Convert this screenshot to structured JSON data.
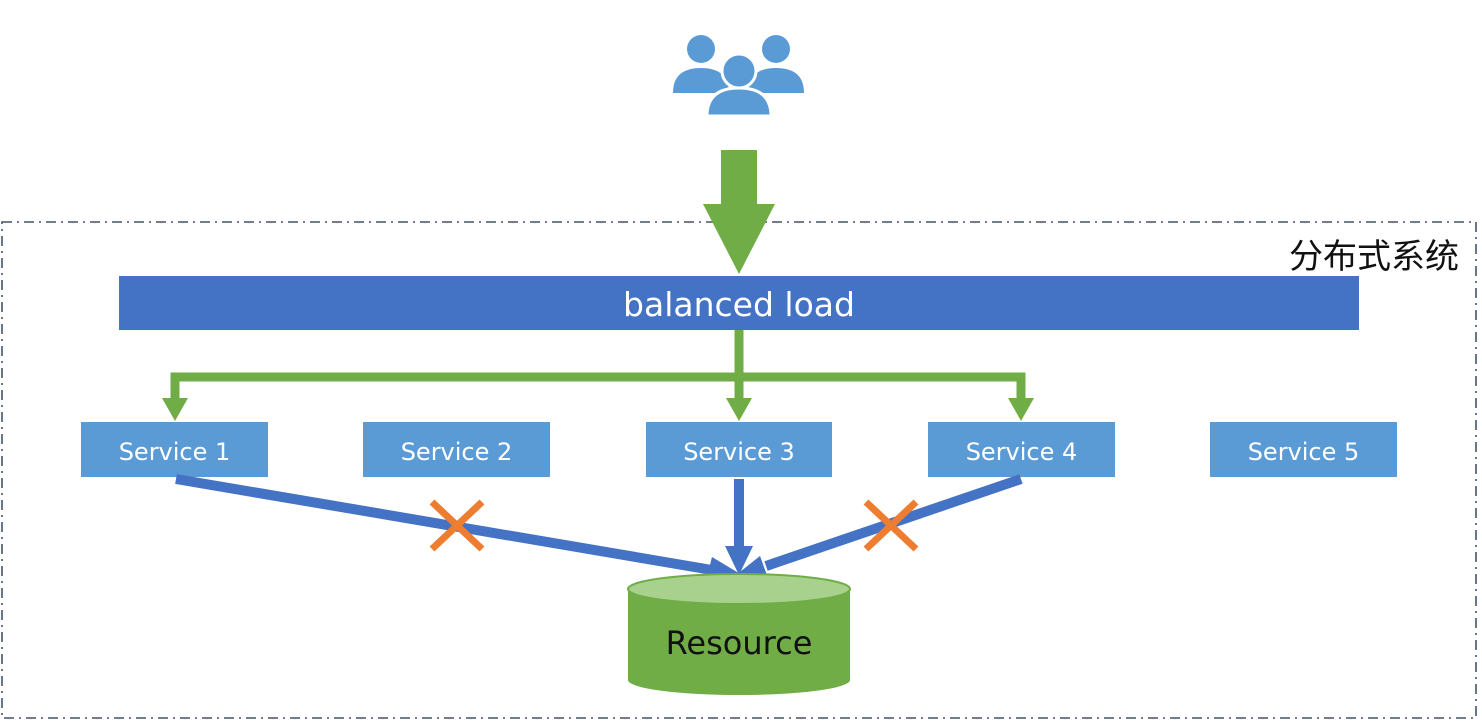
{
  "system_label": "分布式系统",
  "load_balancer": {
    "label": "balanced load"
  },
  "services": [
    {
      "label": "Service 1",
      "receives_traffic": true,
      "resource_access": "blocked"
    },
    {
      "label": "Service 2",
      "receives_traffic": false,
      "resource_access": "none"
    },
    {
      "label": "Service 3",
      "receives_traffic": true,
      "resource_access": "allowed"
    },
    {
      "label": "Service 4",
      "receives_traffic": true,
      "resource_access": "blocked"
    },
    {
      "label": "Service 5",
      "receives_traffic": false,
      "resource_access": "none"
    }
  ],
  "resource": {
    "label": "Resource"
  },
  "icons": {
    "users": "users-group-icon",
    "blocked": "cross-mark-icon"
  },
  "colors": {
    "box_blue": "#4472c4",
    "service_blue": "#5b9bd5",
    "flow_green": "#70ad47",
    "link_blue": "#4472c4",
    "cross_orange": "#ed7d31",
    "resource_top": "#a9d18e",
    "border": "#44546a"
  }
}
